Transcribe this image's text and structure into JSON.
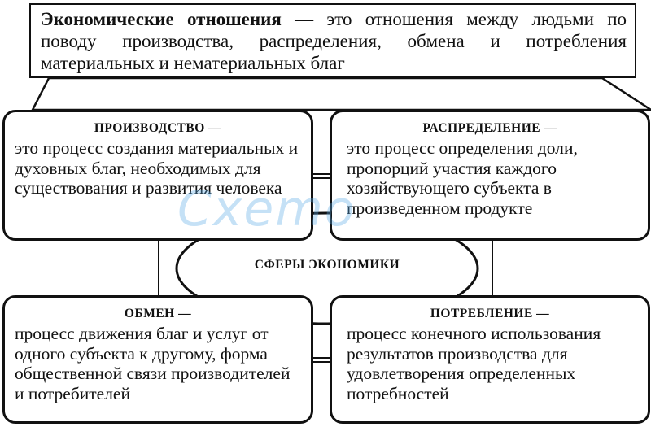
{
  "definition": {
    "term": "Экономические отношения",
    "text": " — это отношения между людьми по поводу производства, распределения, обмена и потребления материальных и нематериальных благ"
  },
  "center": {
    "label": "СФЕРЫ ЭКОНОМИКИ"
  },
  "cards": {
    "production": {
      "heading": "ПРОИЗВОДСТВО —",
      "body": "это процесс создания материальных и духовных благ, необходимых для существования и развития человека"
    },
    "distribution": {
      "heading": "РАСПРЕДЕЛЕНИЕ —",
      "body": "это процесс определения доли, пропорций участия каждого хозяйствующего субъекта в произведенном продукте"
    },
    "exchange": {
      "heading": "ОБМЕН —",
      "body": "процесс движения благ и услуг от одного субъекта к другому, форма общественной связи производителей и потребителей"
    },
    "consumption": {
      "heading": "ПОТРЕБЛЕНИЕ —",
      "body": "процесс конечного использования результатов производства для удовлетворения определенных потребностей"
    }
  },
  "watermark": {
    "text": "Cxemo"
  }
}
